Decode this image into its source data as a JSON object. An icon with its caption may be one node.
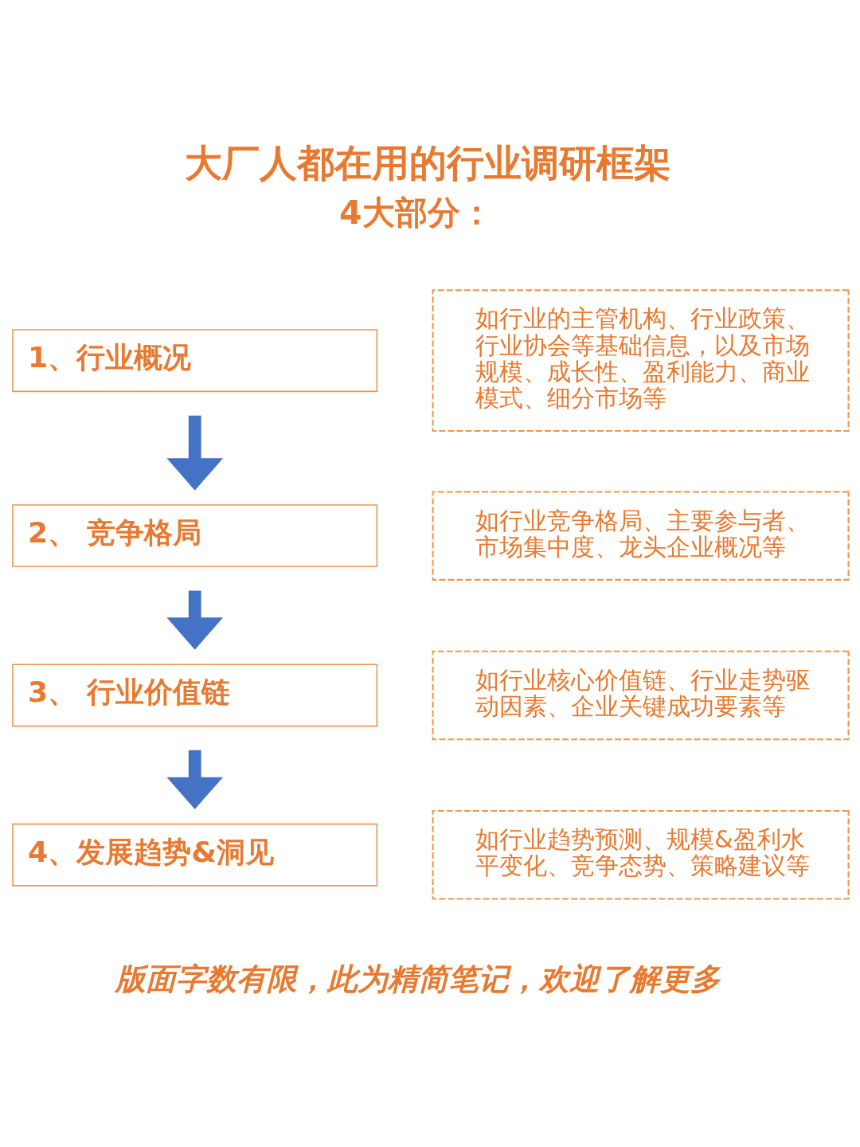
{
  "diagram": {
    "title": "大厂人都在用的行业调研框架",
    "nodes": [
      {
        "text": [
          "1、行业概况"
        ]
      },
      {
        "text": [
          "如行业的主管机构、行业政策、行业协会等基础信息，以及市场规模、成长性、盈利能力、商业模式、细分市场等"
        ]
      },
      {
        "text": [
          "2、 竞争格局"
        ]
      },
      {
        "text": [
          "如行业竞争格局、主要参与者、市场集中度、龙头企业概况等"
        ]
      },
      {
        "text": [
          "3、 行业价值链"
        ]
      },
      {
        "text": [
          "如行业核心价值链、行业走势驱动因素、企业关键成功要素等"
        ]
      },
      {
        "text": [
          "4、发展趋势&洞见"
        ]
      },
      {
        "text": [
          "如行业趋势预测、规模&盈利水平变化、竞争态势、策略建议等"
        ]
      }
    ],
    "edges": [
      {
        "from": 0,
        "to": 2,
        "arrow": "to"
      },
      {
        "from": 2,
        "to": 4,
        "arrow": "to"
      },
      {
        "from": 4,
        "to": 6,
        "arrow": "to"
      }
    ],
    "labels": [
      "4大部分："
    ],
    "caption": "版面字数有限，此为精简笔记，欢迎了解更多"
  }
}
